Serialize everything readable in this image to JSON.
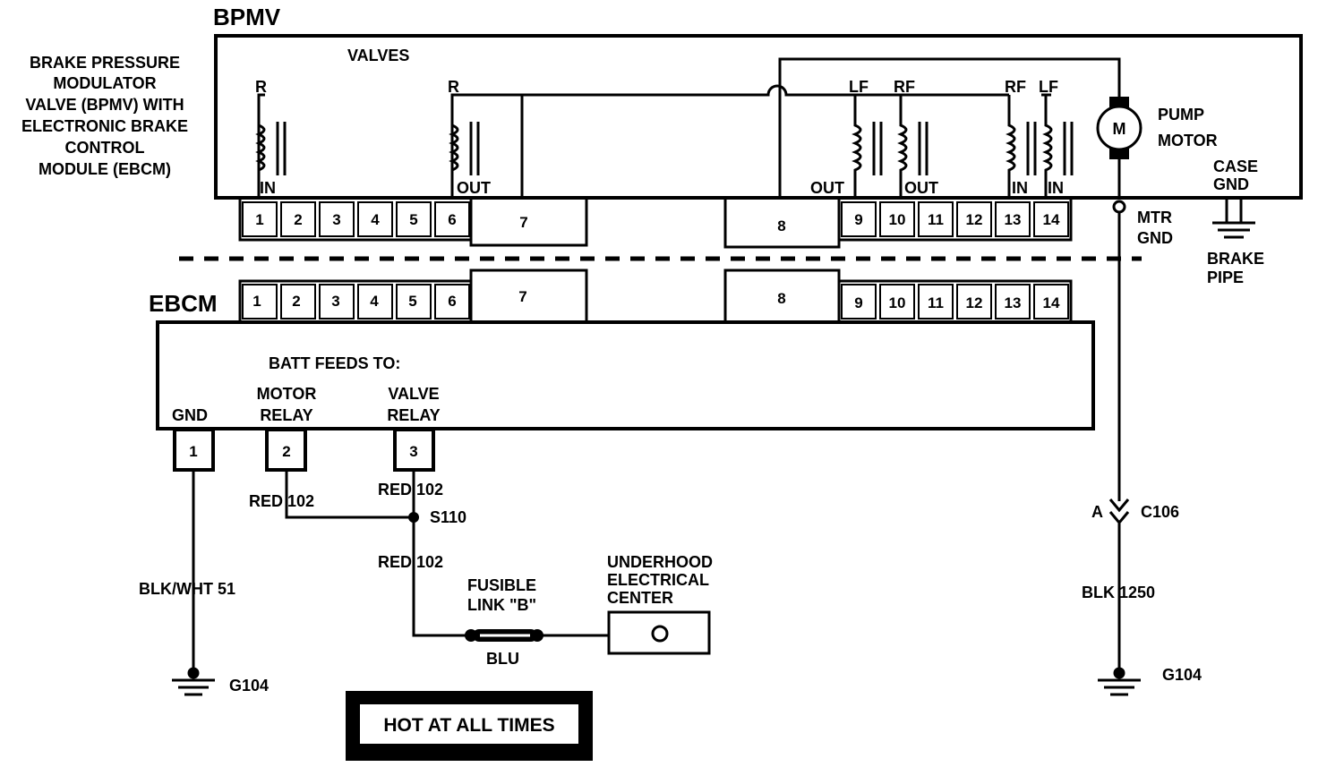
{
  "bpmv": {
    "title": "BPMV",
    "description_lines": [
      "BRAKE PRESSURE",
      "MODULATOR",
      "VALVE (BPMV) WITH",
      "ELECTRONIC BRAKE",
      "CONTROL",
      "MODULE (EBCM)"
    ],
    "valves_label": "VALVES",
    "coil_labels": [
      "R",
      "R",
      "LF",
      "RF",
      "RF",
      "LF"
    ],
    "port_labels": [
      "IN",
      "OUT",
      "OUT",
      "OUT",
      "IN",
      "IN"
    ],
    "pump_motor_symbol": "M",
    "pump_motor_lines": [
      "PUMP",
      "MOTOR"
    ],
    "case_gnd_lines": [
      "CASE",
      "GND"
    ],
    "mtr_gnd_lines": [
      "MTR",
      "GND"
    ],
    "brake_pipe_lines": [
      "BRAKE",
      "PIPE"
    ]
  },
  "connector_pins": [
    "1",
    "2",
    "3",
    "4",
    "5",
    "6",
    "7",
    "8",
    "9",
    "10",
    "11",
    "12",
    "13",
    "14"
  ],
  "ebcm": {
    "title": "EBCM",
    "batt_feeds_label": "BATT FEEDS TO:",
    "gnd_label": "GND",
    "motor_relay_lines": [
      "MOTOR",
      "RELAY"
    ],
    "valve_relay_lines": [
      "VALVE",
      "RELAY"
    ],
    "terminals": [
      "1",
      "2",
      "3"
    ]
  },
  "wiring": {
    "gnd_wire": "BLK/WHT 51",
    "ground_left": "G104",
    "motor_relay_wire": "RED 102",
    "valve_relay_wire": "RED 102",
    "splice": "S110",
    "feed_wire": "RED 102",
    "fusible_link_lines": [
      "FUSIBLE",
      "LINK \"B\""
    ],
    "fusible_link_color": "BLU",
    "underhood_lines": [
      "UNDERHOOD",
      "ELECTRICAL",
      "CENTER"
    ],
    "connector_letter": "A",
    "connector_id": "C106",
    "motor_gnd_wire": "BLK 1250",
    "ground_right": "G104"
  },
  "hot_at_all_times": "HOT AT ALL TIMES"
}
